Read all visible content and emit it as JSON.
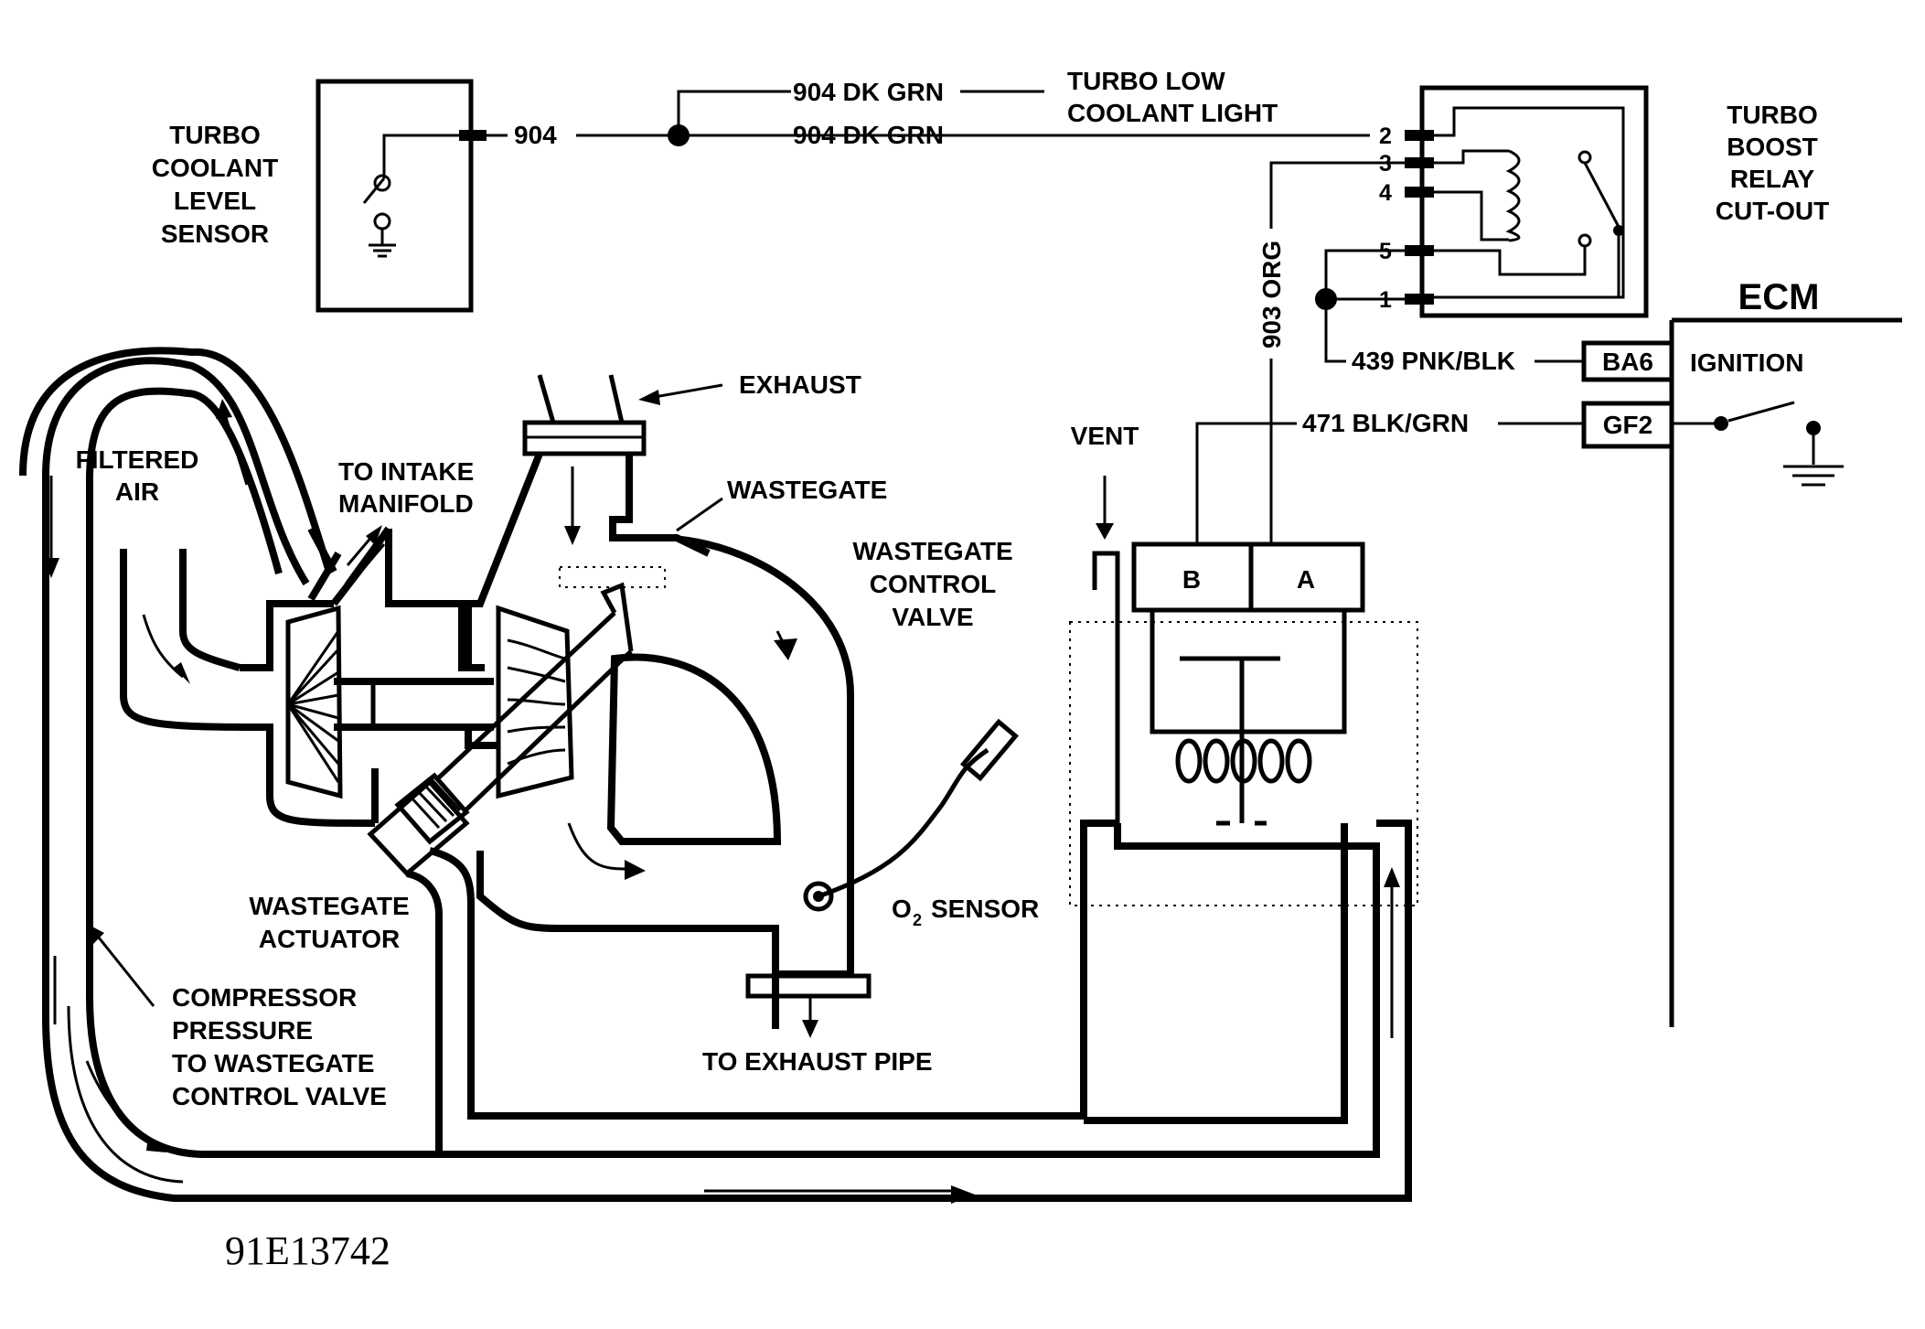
{
  "labels": {
    "turbo_coolant_level_sensor": [
      "TURBO",
      "COOLANT",
      "LEVEL",
      "SENSOR"
    ],
    "wire_904": "904",
    "wire_904_dk_grn_upper": "904 DK GRN",
    "wire_904_dk_grn_lower": "904 DK GRN",
    "turbo_low_coolant_light": [
      "TURBO LOW",
      "COOLANT LIGHT"
    ],
    "relay_pins": [
      "2",
      "3",
      "4",
      "5",
      "1"
    ],
    "turbo_boost_relay_cutout": [
      "TURBO",
      "BOOST",
      "RELAY",
      "CUT-OUT"
    ],
    "ecm": "ECM",
    "wire_903_org": "903 ORG",
    "wire_439_pnk_blk": "439 PNK/BLK",
    "ecm_pin_ba6": "BA6",
    "ignition": "IGNITION",
    "wire_471_blk_grn": "471 BLK/GRN",
    "ecm_pin_gf2": "GF2",
    "exhaust": "EXHAUST",
    "vent": "VENT",
    "filtered_air": [
      "FILTERED",
      "AIR"
    ],
    "to_intake_manifold": [
      "TO INTAKE",
      "MANIFOLD"
    ],
    "wastegate": "WASTEGATE",
    "wastegate_control_valve": [
      "WASTEGATE",
      "CONTROL",
      "VALVE"
    ],
    "valve_terminal_b": "B",
    "valve_terminal_a": "A",
    "o2_sensor_main": "O",
    "o2_sensor_sub": "2",
    "o2_sensor_rest": "SENSOR",
    "wastegate_actuator": [
      "WASTEGATE",
      "ACTUATOR"
    ],
    "compressor_pressure": [
      "COMPRESSOR",
      "PRESSURE",
      "TO WASTEGATE",
      "CONTROL VALVE"
    ],
    "to_exhaust_pipe": "TO EXHAUST PIPE",
    "figure_id": "91E13742"
  }
}
